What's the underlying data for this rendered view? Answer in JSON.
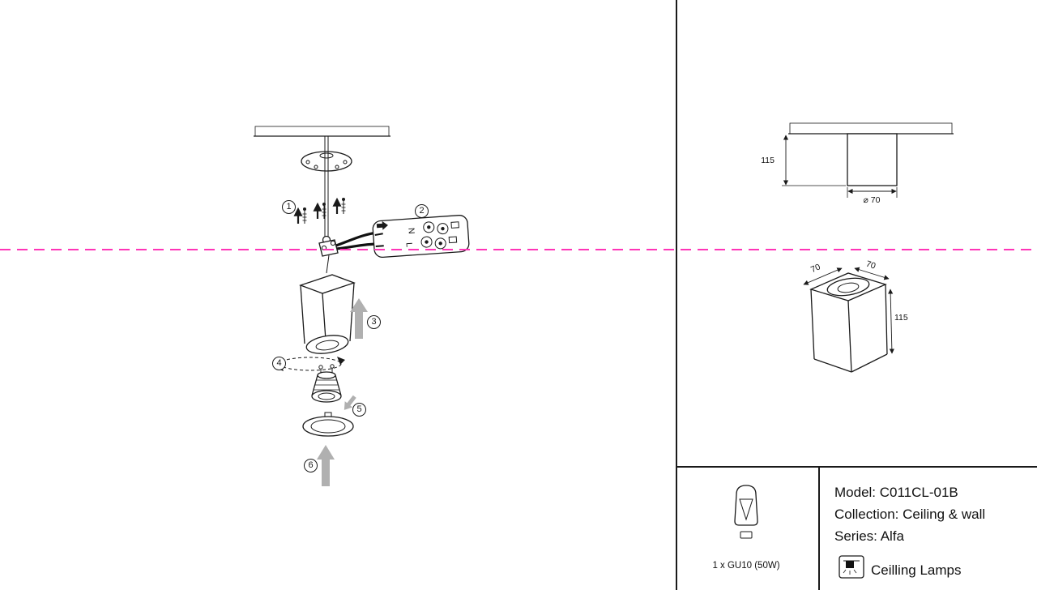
{
  "colors": {
    "line": "#1a1a1a",
    "gray_arrow": "#b0b0b0",
    "fold_pink": "#ff35b8"
  },
  "assembly": {
    "steps": [
      "1",
      "2",
      "3",
      "4",
      "5",
      "6"
    ],
    "connector": {
      "n": "N",
      "l": "L"
    }
  },
  "front_view": {
    "height": "115",
    "diameter": "⌀ 70"
  },
  "iso_view": {
    "width": "70",
    "depth": "70",
    "height": "115"
  },
  "spec": {
    "bulb": "1 x GU10 (50W)",
    "model": "Model: C011CL-01B",
    "collection": "Collection: Ceiling & wall",
    "series": "Series: Alfa",
    "category": "Ceilling Lamps"
  }
}
